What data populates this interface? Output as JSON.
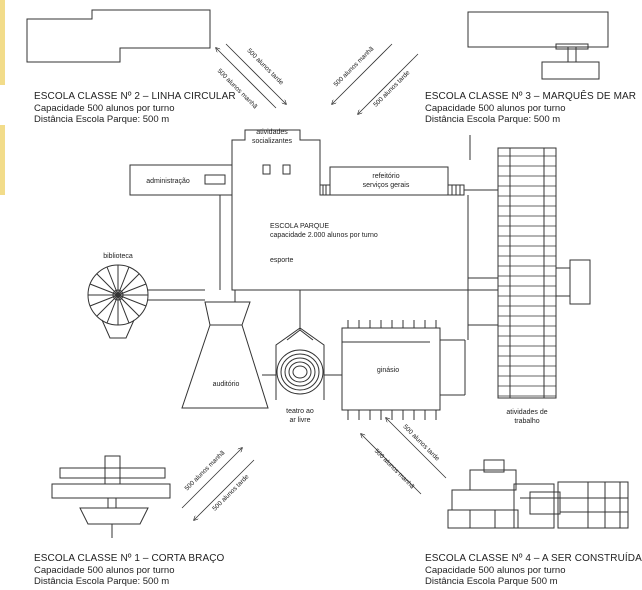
{
  "colors": {
    "line": "#333333",
    "accent": "#f2dc8a",
    "background": "#ffffff"
  },
  "schools": {
    "ec2": {
      "title": "ESCOLA CLASSE Nº 2 – LINHA CIRCULAR",
      "capacity": "Capacidade 500 alunos por turno",
      "distance": "Distância Escola Parque: 500 m"
    },
    "ec3": {
      "title": "ESCOLA CLASSE Nº 3 – MARQUÊS DE MAR",
      "capacity": "Capacidade 500 alunos por turno",
      "distance": "Distância Escola Parque: 500 m"
    },
    "ec1": {
      "title": "ESCOLA CLASSE Nº 1 – CORTA BRAÇO",
      "capacity": "Capacidade 500 alunos por turno",
      "distance": "Distância Escola Parque: 500 m"
    },
    "ec4": {
      "title": "ESCOLA CLASSE Nº 4 – A SER CONSTRUÍDA",
      "capacity": "Capacidade 500 alunos por turno",
      "distance": "Distância Escola Parque 500 m"
    }
  },
  "arrows": {
    "tl_out": "500 alunos tarde",
    "tl_in": "500 alunos manhã",
    "tr_out": "500 alunos manhã",
    "tr_in": "500 alunos tarde",
    "bl_out": "500 alunos manhã",
    "bl_in": "500 alunos tarde",
    "br_out": "500 alunos tarde",
    "br_in": "500 alunos manhã"
  },
  "park": {
    "atividades_socializantes_1": "atividades",
    "atividades_socializantes_2": "socializantes",
    "administracao": "administração",
    "refeitorio": "refeitório",
    "servicos": "serviços gerais",
    "escola_parque": "ESCOLA PARQUE",
    "capacidade": "capacidade 2.000 alunos por turno",
    "esporte": "esporte",
    "biblioteca": "biblioteca",
    "auditorio": "auditório",
    "teatro_1": "teatro ao",
    "teatro_2": "ar livre",
    "ginasio": "ginásio",
    "trabalho_1": "atividades de",
    "trabalho_2": "trabalho"
  }
}
